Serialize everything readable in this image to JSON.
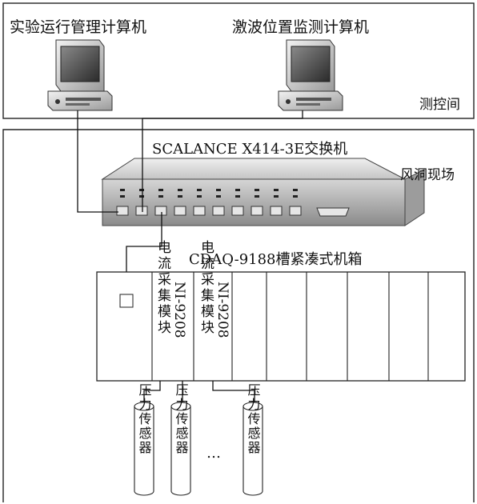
{
  "control_room": {
    "label": "测控间",
    "pc_left_label": "实验运行管理计算机",
    "pc_right_label": "激波位置监测计算机"
  },
  "wind_tunnel": {
    "label": "风洞现场",
    "switch_label": "SCALANCE X414-3E交换机",
    "chassis_label": "CDAQ-9188槽紧凑式机箱",
    "module1": {
      "name": "NI-9208",
      "desc": "电流采集模块"
    },
    "module2": {
      "name": "NI-9208",
      "desc": "电流采集模块"
    },
    "sensor_label": "压力传感器",
    "ellipsis": "…"
  }
}
